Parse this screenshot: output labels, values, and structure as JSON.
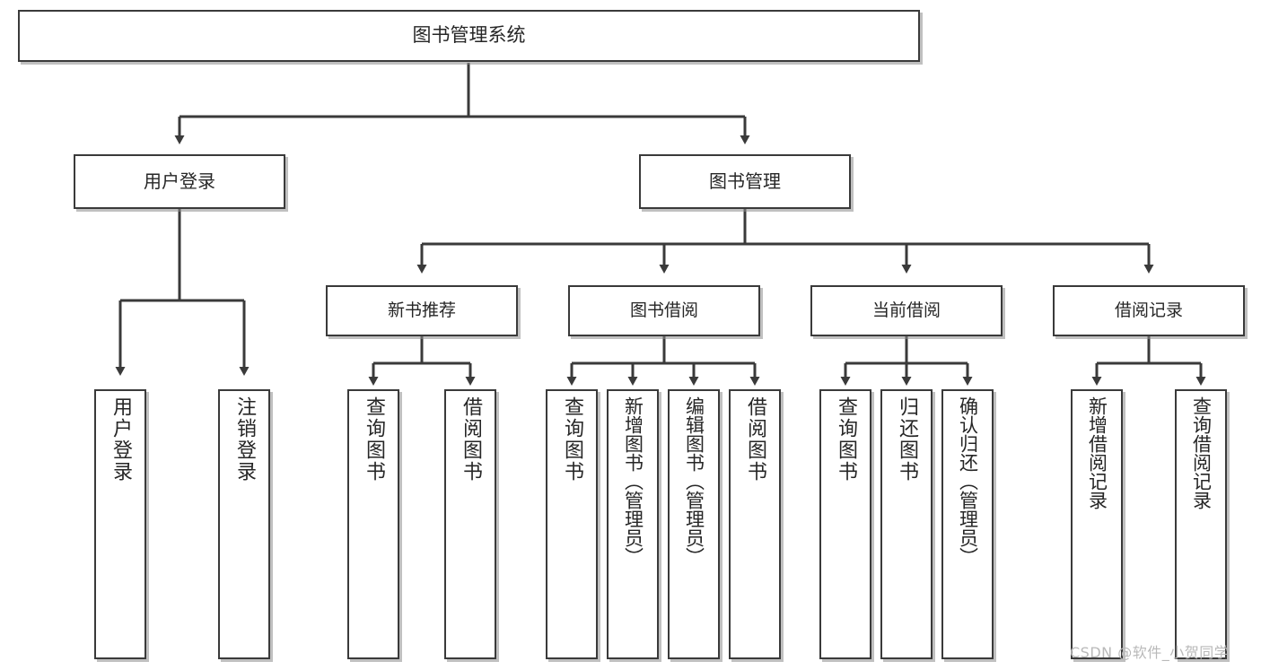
{
  "diagram": {
    "kind": "tree-hierarchy-chart",
    "title": "图书管理系统",
    "colors": {
      "background": "#ffffff",
      "box_border": "#3a3a3a",
      "box_fill": "#ffffff",
      "text": "#262626",
      "connector": "#3a3a3a",
      "watermark": "#b9b9b9"
    },
    "root": {
      "label": "图书管理系统"
    },
    "level2": [
      {
        "label": "用户登录"
      },
      {
        "label": "图书管理"
      }
    ],
    "level3": [
      {
        "label": "新书推荐"
      },
      {
        "label": "图书借阅"
      },
      {
        "label": "当前借阅"
      },
      {
        "label": "借阅记录"
      }
    ],
    "leaves": {
      "user_login": [
        {
          "label": "用户登录"
        },
        {
          "label": "注销登录"
        }
      ],
      "new_book_recommend": [
        {
          "label": "查询图书"
        },
        {
          "label": "借阅图书"
        }
      ],
      "book_borrow": [
        {
          "label": "查询图书"
        },
        {
          "label": "新增图书（管理员）"
        },
        {
          "label": "编辑图书（管理员）"
        },
        {
          "label": "借阅图书"
        }
      ],
      "current_borrow": [
        {
          "label": "查询图书"
        },
        {
          "label": "归还图书"
        },
        {
          "label": "确认归还（管理员）"
        }
      ],
      "borrow_record": [
        {
          "label": "新增借阅记录"
        },
        {
          "label": "查询借阅记录"
        }
      ]
    },
    "watermark": "CSDN @软件_小贺同学"
  }
}
